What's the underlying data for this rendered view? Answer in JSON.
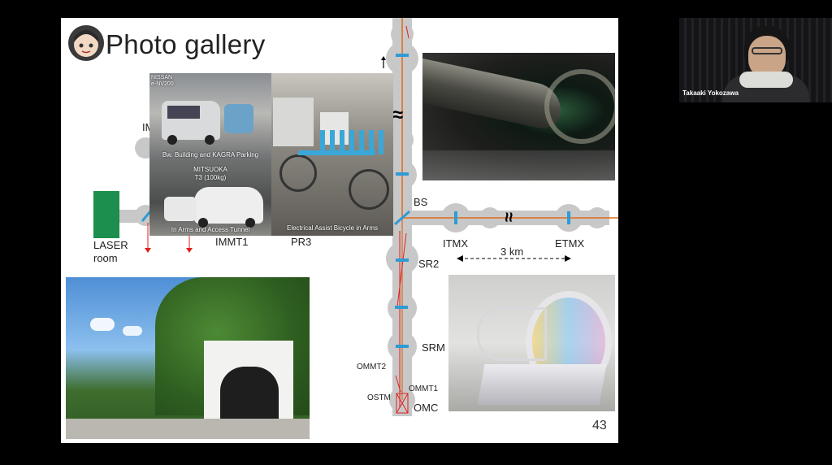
{
  "slide": {
    "title": "Photo gallery",
    "page_number": "43",
    "diagram": {
      "labels": {
        "laser_room": "LASER\nroom",
        "immt1": "IMMT1",
        "pr3": "PR3",
        "bs": "BS",
        "itmx": "ITMX",
        "etmx": "ETMX",
        "distance": "3 km",
        "sr2": "SR2",
        "srm": "SRM",
        "ommt2": "OMMT2",
        "ommt1": "OMMT1",
        "ostm": "OSTM",
        "omc": "OMC",
        "im_partial": "IM",
        "break_symbol_v": "≈",
        "break_symbol_h": "≈"
      }
    },
    "photos": {
      "parking_caption": "Bw. Building and KAGRA Parking",
      "nissan_badge": "NISSAN\ne-NV200",
      "mitsuoka_caption": "MITSUOKA\nT3 (100kg)",
      "tunnel_vehicle_caption": "In Arms and Access Tunnel",
      "bicycle_caption": "Electrical Assist Bicycle in Arms"
    }
  },
  "video_tile": {
    "participant_name": "Takaaki Yokozawa"
  },
  "colors": {
    "beam_pipe": "#c8c8c8",
    "laser_beam": "#e06a1a",
    "red_beam": "#e02020",
    "mirror": "#2e9bd6",
    "laser_room": "#1c8f4e",
    "background": "#000000"
  }
}
